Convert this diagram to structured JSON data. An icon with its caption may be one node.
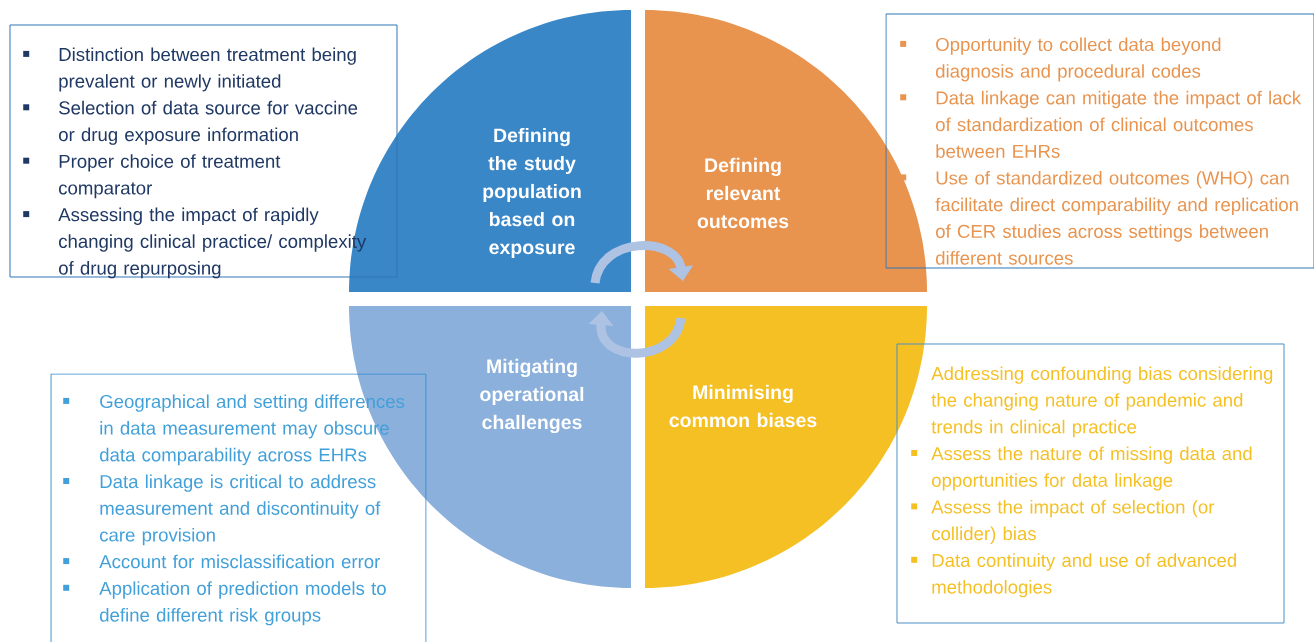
{
  "diagram": {
    "nodes": [
      {
        "text": [
          "Defining the study population based on exposure"
        ]
      },
      {
        "text": [
          "Defining relevant outcomes"
        ]
      },
      {
        "text": [
          "Mitigating operational challenges"
        ]
      },
      {
        "text": [
          "Minimising common biases"
        ]
      },
      {
        "text": [
          "Distinction between treatment being prevalent or newly initiated",
          "Selection of data source for vaccine or drug exposure information",
          "Proper choice of treatment comparator",
          "Assessing the impact of rapidly changing clinical practice/ complexity of drug repurposing"
        ]
      },
      {
        "text": [
          "Opportunity to collect data beyond diagnosis and procedural codes",
          "Data linkage can mitigate the impact of lack of standardization of clinical outcomes between EHRs",
          "Use of standardized outcomes (WHO) can facilitate direct comparability and replication of CER studies across settings between different sources"
        ]
      },
      {
        "text": [
          "Geographical and setting differences in data measurement may obscure data comparability across EHRs",
          "Data linkage is critical to address measurement and discontinuity of care provision",
          "Account for misclassification error",
          "Application of prediction models to define different risk groups"
        ]
      },
      {
        "text": [
          "Addressing confounding bias considering the changing nature of pandemic and trends in clinical practice",
          "Assess the nature of missing data and opportunities for data linkage",
          "Assess the impact of selection (or collider) bias",
          "Data continuity and use of advanced methodologies"
        ]
      }
    ],
    "edges": [
      {
        "from": 0,
        "to": 1,
        "arrow": "to"
      },
      {
        "from": 3,
        "to": 2,
        "arrow": "to"
      }
    ]
  }
}
